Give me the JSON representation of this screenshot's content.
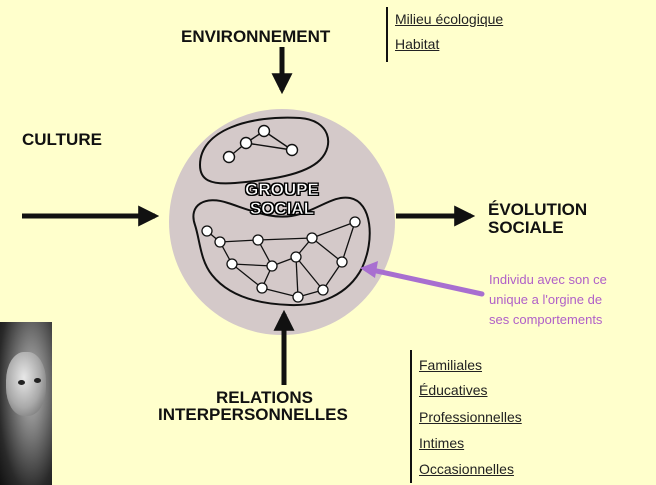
{
  "environment": {
    "title": "ENVIRONNEMENT",
    "links": [
      "Milieu écologique",
      "Habitat"
    ]
  },
  "culture": {
    "title": "CULTURE"
  },
  "center": {
    "line1": "GROUPE",
    "line2": "SOCIAL"
  },
  "evolution": {
    "line1": "ÉVOLUTION",
    "line2": "SOCIALE"
  },
  "relations": {
    "line1": "RELATIONS",
    "line2": "INTERPERSONNELLES",
    "links": [
      "Familiales",
      "Éducatives",
      "Professionnelles",
      "Intimes",
      "Occasionnelles"
    ]
  },
  "annotation": {
    "lines": [
      "Individu avec son ce",
      "unique a l'orgine de",
      "ses comportements"
    ]
  },
  "colors": {
    "background": "#ffffcc",
    "circle": "#d4c9c9",
    "annotation": "#b060c8"
  }
}
